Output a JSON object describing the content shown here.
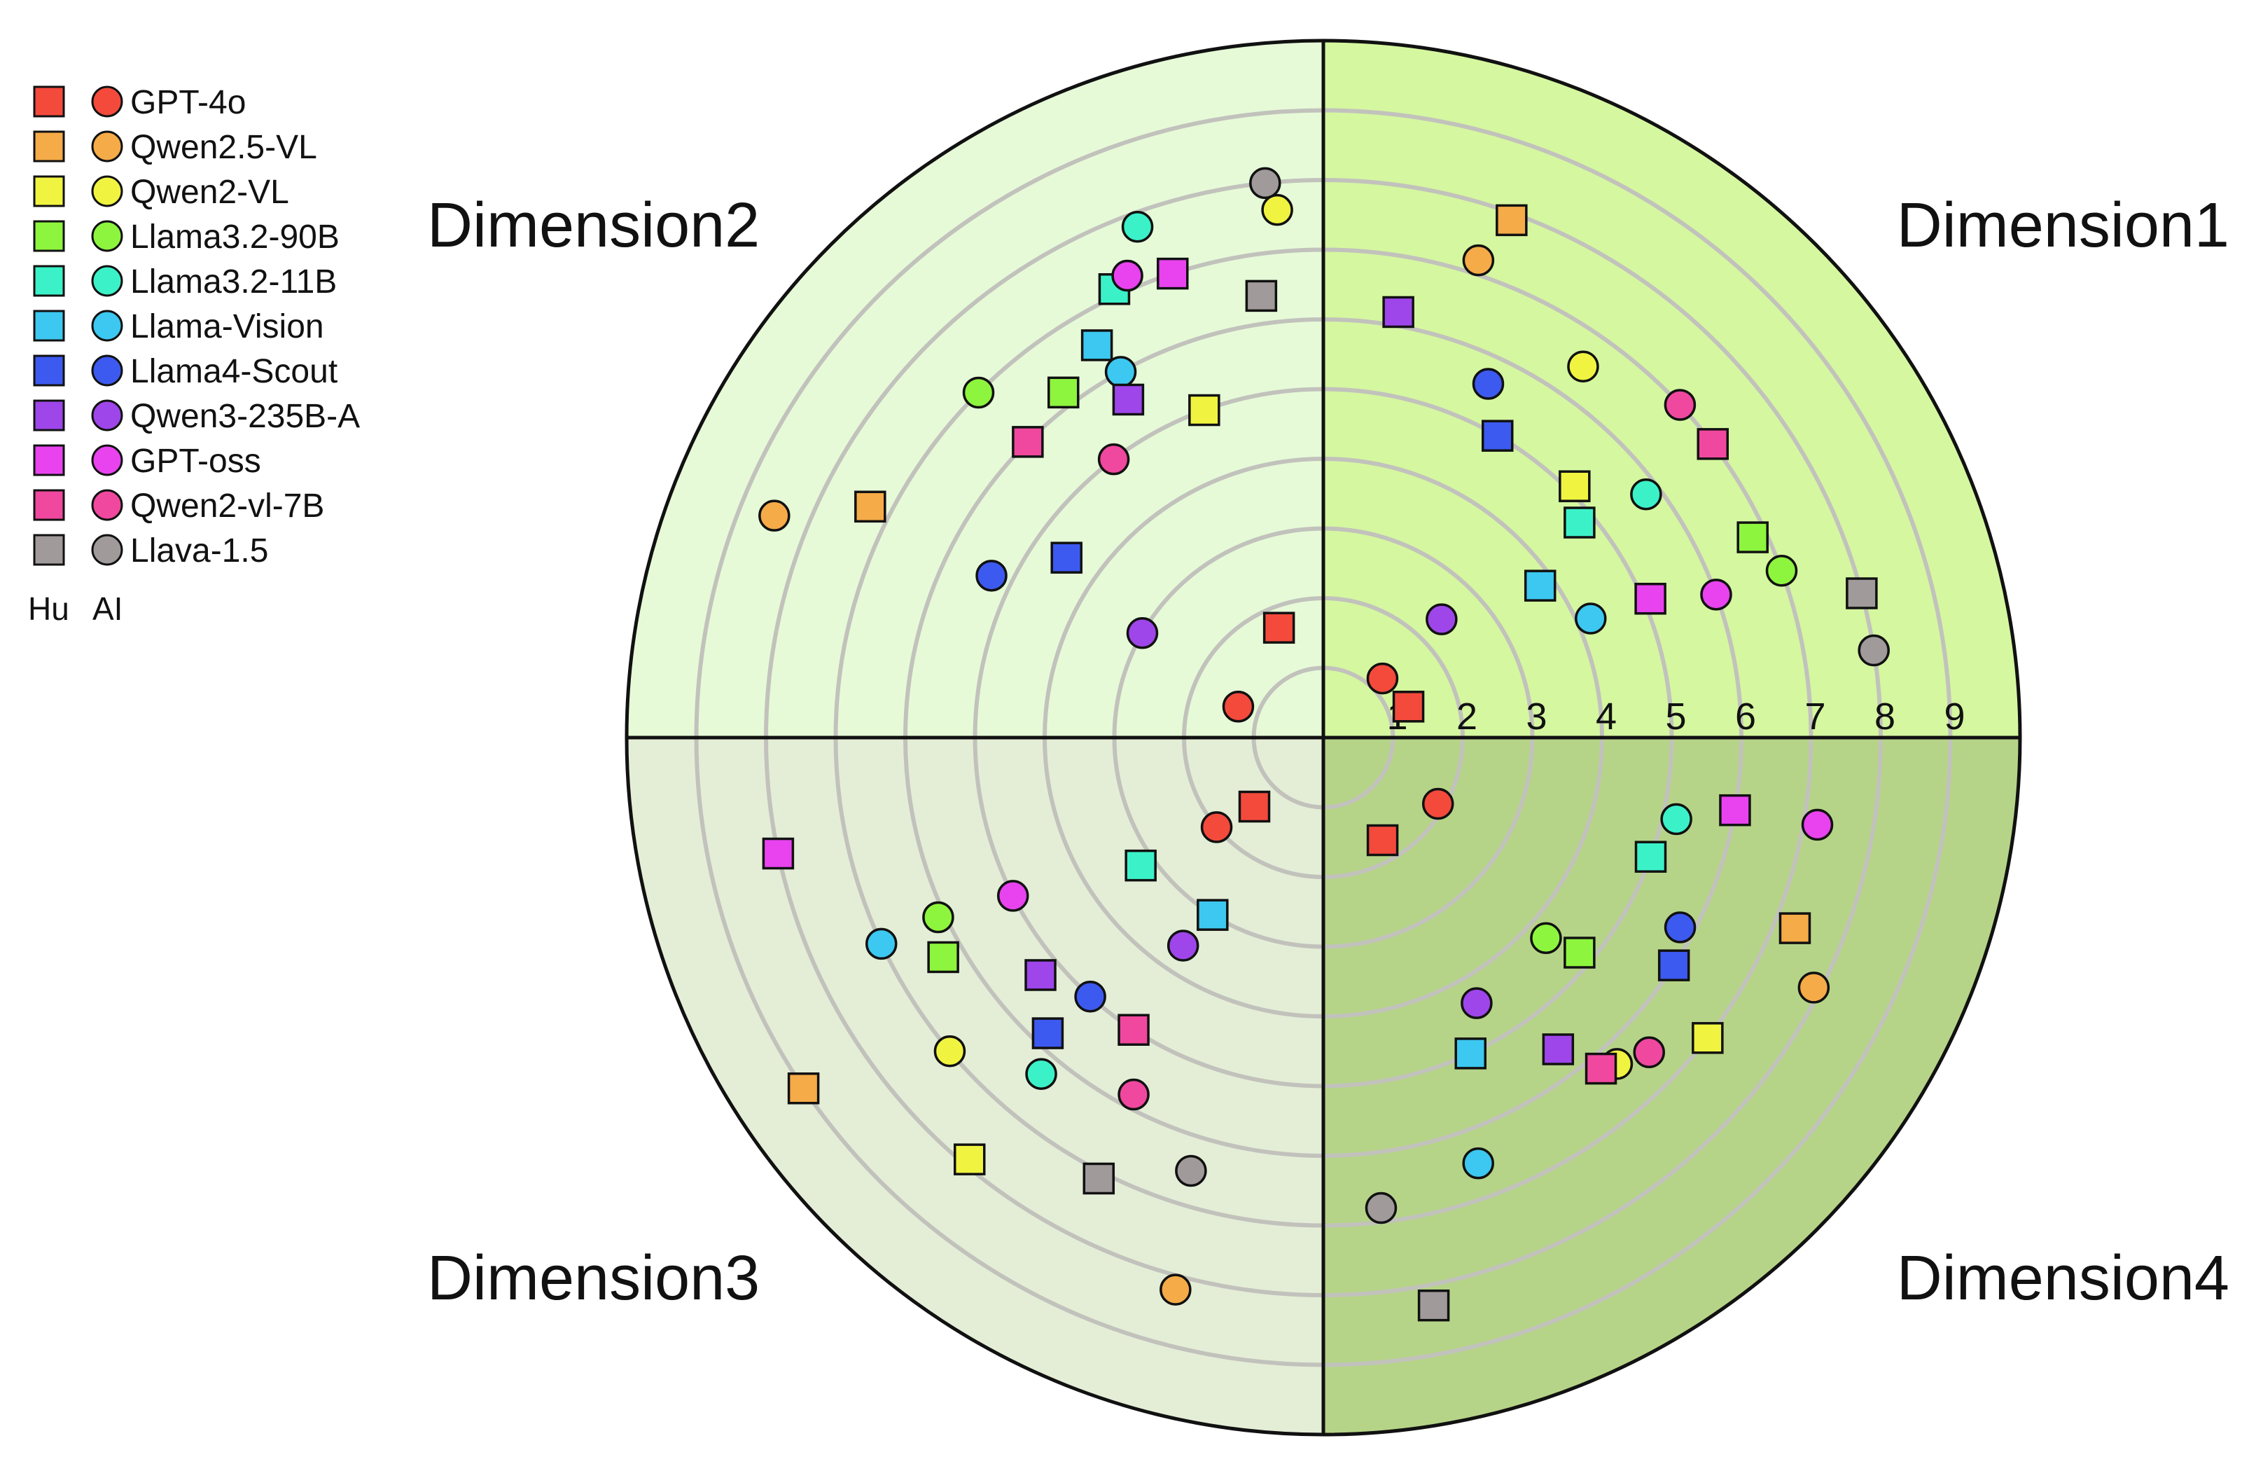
{
  "chart_data": {
    "type": "scatter",
    "layout": "polar quadrants",
    "title": "",
    "ring_labels": [
      "1",
      "2",
      "3",
      "4",
      "5",
      "6",
      "7",
      "8",
      "9"
    ],
    "r_range": [
      0,
      10
    ],
    "quadrants": [
      {
        "label": "Dimension1",
        "position": "top-right",
        "color": "#d5f7a0"
      },
      {
        "label": "Dimension2",
        "position": "top-left",
        "color": "#e6fad8"
      },
      {
        "label": "Dimension3",
        "position": "bottom-left",
        "color": "#e4eed7"
      },
      {
        "label": "Dimension4",
        "position": "bottom-right",
        "color": "#b6d487"
      }
    ],
    "legend": {
      "position": "top-left",
      "marker_header": [
        "Hu",
        "AI"
      ],
      "entries": [
        {
          "name": "GPT-4o",
          "color": "#f44a3c"
        },
        {
          "name": "Qwen2.5-VL",
          "color": "#f5ab48"
        },
        {
          "name": "Qwen2-VL",
          "color": "#f0f440"
        },
        {
          "name": "Llama3.2-90B",
          "color": "#8ef53e"
        },
        {
          "name": "Llama3.2-11B",
          "color": "#3bf2c8"
        },
        {
          "name": "Llama-Vision",
          "color": "#3cc8f0"
        },
        {
          "name": "Llama4-Scout",
          "color": "#3c5af0"
        },
        {
          "name": "Qwen3-235B-A",
          "color": "#9e46ea"
        },
        {
          "name": "GPT-oss",
          "color": "#e843ef"
        },
        {
          "name": "Qwen2-vl-7B",
          "color": "#f0489e"
        },
        {
          "name": "Llava-1.5",
          "color": "#a09a9a"
        }
      ]
    },
    "series": [
      {
        "name": "GPT-4o",
        "points": [
          {
            "q": 1,
            "src": "Hu",
            "r": 1.3,
            "a": 20
          },
          {
            "q": 1,
            "src": "AI",
            "r": 1.2,
            "a": 45
          },
          {
            "q": 2,
            "src": "Hu",
            "r": 1.7,
            "a": 68
          },
          {
            "q": 2,
            "src": "AI",
            "r": 1.3,
            "a": 20
          },
          {
            "q": 3,
            "src": "Hu",
            "r": 1.4,
            "a": 45
          },
          {
            "q": 3,
            "src": "AI",
            "r": 2.0,
            "a": 40
          },
          {
            "q": 4,
            "src": "Hu",
            "r": 1.7,
            "a": 60
          },
          {
            "q": 4,
            "src": "AI",
            "r": 1.9,
            "a": 30
          }
        ]
      },
      {
        "name": "Qwen2.5-VL",
        "points": [
          {
            "q": 1,
            "src": "Hu",
            "r": 7.9,
            "a": 70
          },
          {
            "q": 1,
            "src": "AI",
            "r": 7.2,
            "a": 72
          },
          {
            "q": 2,
            "src": "Hu",
            "r": 7.3,
            "a": 27
          },
          {
            "q": 2,
            "src": "AI",
            "r": 8.5,
            "a": 22
          },
          {
            "q": 3,
            "src": "Hu",
            "r": 9.0,
            "a": 34
          },
          {
            "q": 3,
            "src": "AI",
            "r": 8.2,
            "a": 75
          },
          {
            "q": 4,
            "src": "Hu",
            "r": 7.3,
            "a": 22
          },
          {
            "q": 4,
            "src": "AI",
            "r": 7.9,
            "a": 27
          }
        ]
      },
      {
        "name": "Qwen2-VL",
        "points": [
          {
            "q": 1,
            "src": "Hu",
            "r": 5.1,
            "a": 45
          },
          {
            "q": 1,
            "src": "AI",
            "r": 6.5,
            "a": 55
          },
          {
            "q": 2,
            "src": "Hu",
            "r": 5.0,
            "a": 70
          },
          {
            "q": 2,
            "src": "AI",
            "r": 7.6,
            "a": 85
          },
          {
            "q": 3,
            "src": "Hu",
            "r": 7.9,
            "a": 50
          },
          {
            "q": 3,
            "src": "AI",
            "r": 7.0,
            "a": 40
          },
          {
            "q": 4,
            "src": "Hu",
            "r": 7.0,
            "a": 38
          },
          {
            "q": 4,
            "src": "AI",
            "r": 6.3,
            "a": 48
          }
        ]
      },
      {
        "name": "Llama3.2-90B",
        "points": [
          {
            "q": 1,
            "src": "Hu",
            "r": 6.8,
            "a": 25
          },
          {
            "q": 1,
            "src": "AI",
            "r": 7.0,
            "a": 20
          },
          {
            "q": 2,
            "src": "Hu",
            "r": 6.2,
            "a": 53
          },
          {
            "q": 2,
            "src": "AI",
            "r": 7.0,
            "a": 45
          },
          {
            "q": 3,
            "src": "Hu",
            "r": 6.3,
            "a": 30
          },
          {
            "q": 3,
            "src": "AI",
            "r": 6.1,
            "a": 25
          },
          {
            "q": 4,
            "src": "Hu",
            "r": 4.8,
            "a": 40
          },
          {
            "q": 4,
            "src": "AI",
            "r": 4.3,
            "a": 42
          }
        ]
      },
      {
        "name": "Llama3.2-11B",
        "points": [
          {
            "q": 1,
            "src": "Hu",
            "r": 4.8,
            "a": 40
          },
          {
            "q": 1,
            "src": "AI",
            "r": 5.8,
            "a": 37
          },
          {
            "q": 2,
            "src": "Hu",
            "r": 7.1,
            "a": 65
          },
          {
            "q": 2,
            "src": "AI",
            "r": 7.8,
            "a": 70
          },
          {
            "q": 3,
            "src": "Hu",
            "r": 3.2,
            "a": 35
          },
          {
            "q": 3,
            "src": "AI",
            "r": 6.3,
            "a": 50
          },
          {
            "q": 4,
            "src": "Hu",
            "r": 5.0,
            "a": 20
          },
          {
            "q": 4,
            "src": "AI",
            "r": 5.2,
            "a": 13
          }
        ]
      },
      {
        "name": "Llama-Vision",
        "points": [
          {
            "q": 1,
            "src": "Hu",
            "r": 3.8,
            "a": 35
          },
          {
            "q": 1,
            "src": "AI",
            "r": 4.2,
            "a": 24
          },
          {
            "q": 2,
            "src": "Hu",
            "r": 6.5,
            "a": 60
          },
          {
            "q": 2,
            "src": "AI",
            "r": 6.0,
            "a": 61
          },
          {
            "q": 3,
            "src": "Hu",
            "r": 3.0,
            "a": 58
          },
          {
            "q": 3,
            "src": "AI",
            "r": 7.0,
            "a": 25
          },
          {
            "q": 4,
            "src": "Hu",
            "r": 5.0,
            "a": 65
          },
          {
            "q": 4,
            "src": "AI",
            "r": 6.5,
            "a": 70
          }
        ]
      },
      {
        "name": "Llama4-Scout",
        "points": [
          {
            "q": 1,
            "src": "Hu",
            "r": 5.0,
            "a": 60
          },
          {
            "q": 1,
            "src": "AI",
            "r": 5.6,
            "a": 65
          },
          {
            "q": 2,
            "src": "Hu",
            "r": 4.5,
            "a": 35
          },
          {
            "q": 2,
            "src": "AI",
            "r": 5.3,
            "a": 26
          },
          {
            "q": 3,
            "src": "Hu",
            "r": 5.8,
            "a": 47
          },
          {
            "q": 3,
            "src": "AI",
            "r": 5.0,
            "a": 48
          },
          {
            "q": 4,
            "src": "Hu",
            "r": 6.0,
            "a": 33
          },
          {
            "q": 4,
            "src": "AI",
            "r": 5.8,
            "a": 28
          }
        ]
      },
      {
        "name": "Qwen3-235B-A",
        "points": [
          {
            "q": 1,
            "src": "Hu",
            "r": 6.2,
            "a": 80
          },
          {
            "q": 1,
            "src": "AI",
            "r": 2.4,
            "a": 45
          },
          {
            "q": 2,
            "src": "Hu",
            "r": 5.6,
            "a": 60
          },
          {
            "q": 2,
            "src": "AI",
            "r": 3.0,
            "a": 30
          },
          {
            "q": 3,
            "src": "Hu",
            "r": 5.3,
            "a": 40
          },
          {
            "q": 3,
            "src": "AI",
            "r": 3.6,
            "a": 56
          },
          {
            "q": 4,
            "src": "Hu",
            "r": 5.6,
            "a": 53
          },
          {
            "q": 4,
            "src": "AI",
            "r": 4.4,
            "a": 60
          }
        ]
      },
      {
        "name": "GPT-oss",
        "points": [
          {
            "q": 1,
            "src": "Hu",
            "r": 5.1,
            "a": 23
          },
          {
            "q": 1,
            "src": "AI",
            "r": 6.0,
            "a": 20
          },
          {
            "q": 2,
            "src": "Hu",
            "r": 7.0,
            "a": 72
          },
          {
            "q": 2,
            "src": "AI",
            "r": 7.2,
            "a": 67
          },
          {
            "q": 3,
            "src": "Hu",
            "r": 8.0,
            "a": 12
          },
          {
            "q": 3,
            "src": "AI",
            "r": 5.0,
            "a": 27
          },
          {
            "q": 4,
            "src": "Hu",
            "r": 6.0,
            "a": 10
          },
          {
            "q": 4,
            "src": "AI",
            "r": 7.2,
            "a": 10
          }
        ]
      },
      {
        "name": "Qwen2-vl-7B",
        "points": [
          {
            "q": 1,
            "src": "Hu",
            "r": 7.0,
            "a": 37
          },
          {
            "q": 1,
            "src": "AI",
            "r": 7.0,
            "a": 43
          },
          {
            "q": 2,
            "src": "Hu",
            "r": 6.0,
            "a": 45
          },
          {
            "q": 2,
            "src": "AI",
            "r": 5.0,
            "a": 53
          },
          {
            "q": 3,
            "src": "Hu",
            "r": 5.0,
            "a": 57
          },
          {
            "q": 3,
            "src": "AI",
            "r": 5.8,
            "a": 62
          },
          {
            "q": 4,
            "src": "Hu",
            "r": 6.2,
            "a": 50
          },
          {
            "q": 4,
            "src": "AI",
            "r": 6.5,
            "a": 44
          }
        ]
      },
      {
        "name": "Llava-1.5",
        "points": [
          {
            "q": 1,
            "src": "Hu",
            "r": 8.0,
            "a": 15
          },
          {
            "q": 1,
            "src": "AI",
            "r": 8.0,
            "a": 9
          },
          {
            "q": 2,
            "src": "Hu",
            "r": 6.4,
            "a": 82
          },
          {
            "q": 2,
            "src": "AI",
            "r": 8.0,
            "a": 84
          },
          {
            "q": 3,
            "src": "Hu",
            "r": 7.1,
            "a": 63
          },
          {
            "q": 3,
            "src": "AI",
            "r": 6.5,
            "a": 73
          },
          {
            "q": 4,
            "src": "Hu",
            "r": 8.3,
            "a": 79
          },
          {
            "q": 4,
            "src": "AI",
            "r": 6.8,
            "a": 83
          }
        ]
      }
    ]
  }
}
